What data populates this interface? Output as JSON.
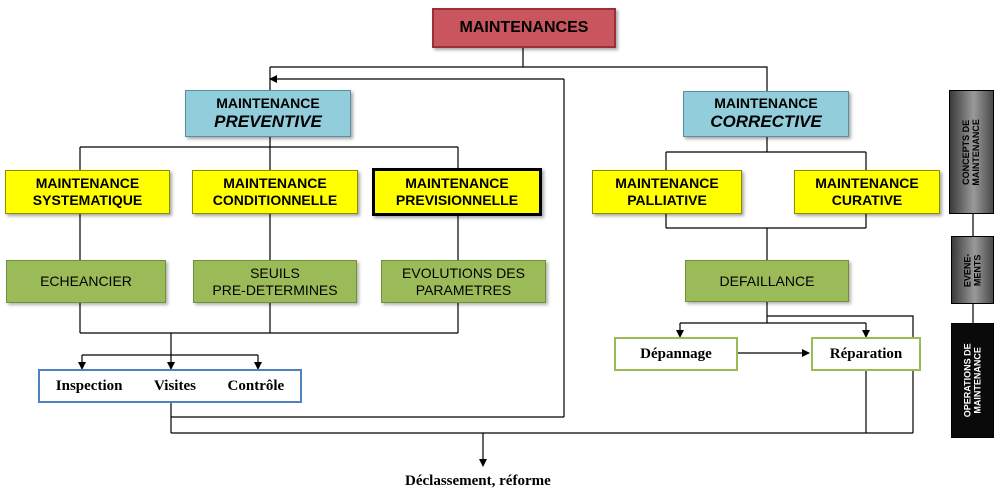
{
  "root": "MAINTENANCES",
  "preventive": {
    "line1": "MAINTENANCE",
    "line2": "PREVENTIVE"
  },
  "corrective": {
    "line1": "MAINTENANCE",
    "line2": "CORRECTIVE"
  },
  "types": {
    "systematique": {
      "line1": "MAINTENANCE",
      "line2": "SYSTEMATIQUE"
    },
    "conditionnelle": {
      "line1": "MAINTENANCE",
      "line2": "CONDITIONNELLE"
    },
    "previsionnelle": {
      "line1": "MAINTENANCE",
      "line2": "PREVISIONNELLE"
    },
    "palliative": {
      "line1": "MAINTENANCE",
      "line2": "PALLIATIVE"
    },
    "curative": {
      "line1": "MAINTENANCE",
      "line2": "CURATIVE"
    }
  },
  "events": {
    "echeancier": {
      "line1": "ECHEANCIER"
    },
    "seuils": {
      "line1": "SEUILS",
      "line2": "PRE-DETERMINES"
    },
    "evolutions": {
      "line1": "EVOLUTIONS DES",
      "line2": "PARAMETRES"
    },
    "defaillance": {
      "line1": "DEFAILLANCE"
    }
  },
  "operations": {
    "inspection": "Inspection",
    "visites": "Visites",
    "controle": "Contrôle",
    "depannage": "Dépannage",
    "reparation": "Réparation"
  },
  "final": "Déclassement, réforme",
  "sidebar": {
    "concepts": "CONCEPTS DE\nMAINTENANCE",
    "evenements": "EVENE-\nMENTS",
    "operations": "OPERATIONS DE\nMAINTENANCE"
  }
}
